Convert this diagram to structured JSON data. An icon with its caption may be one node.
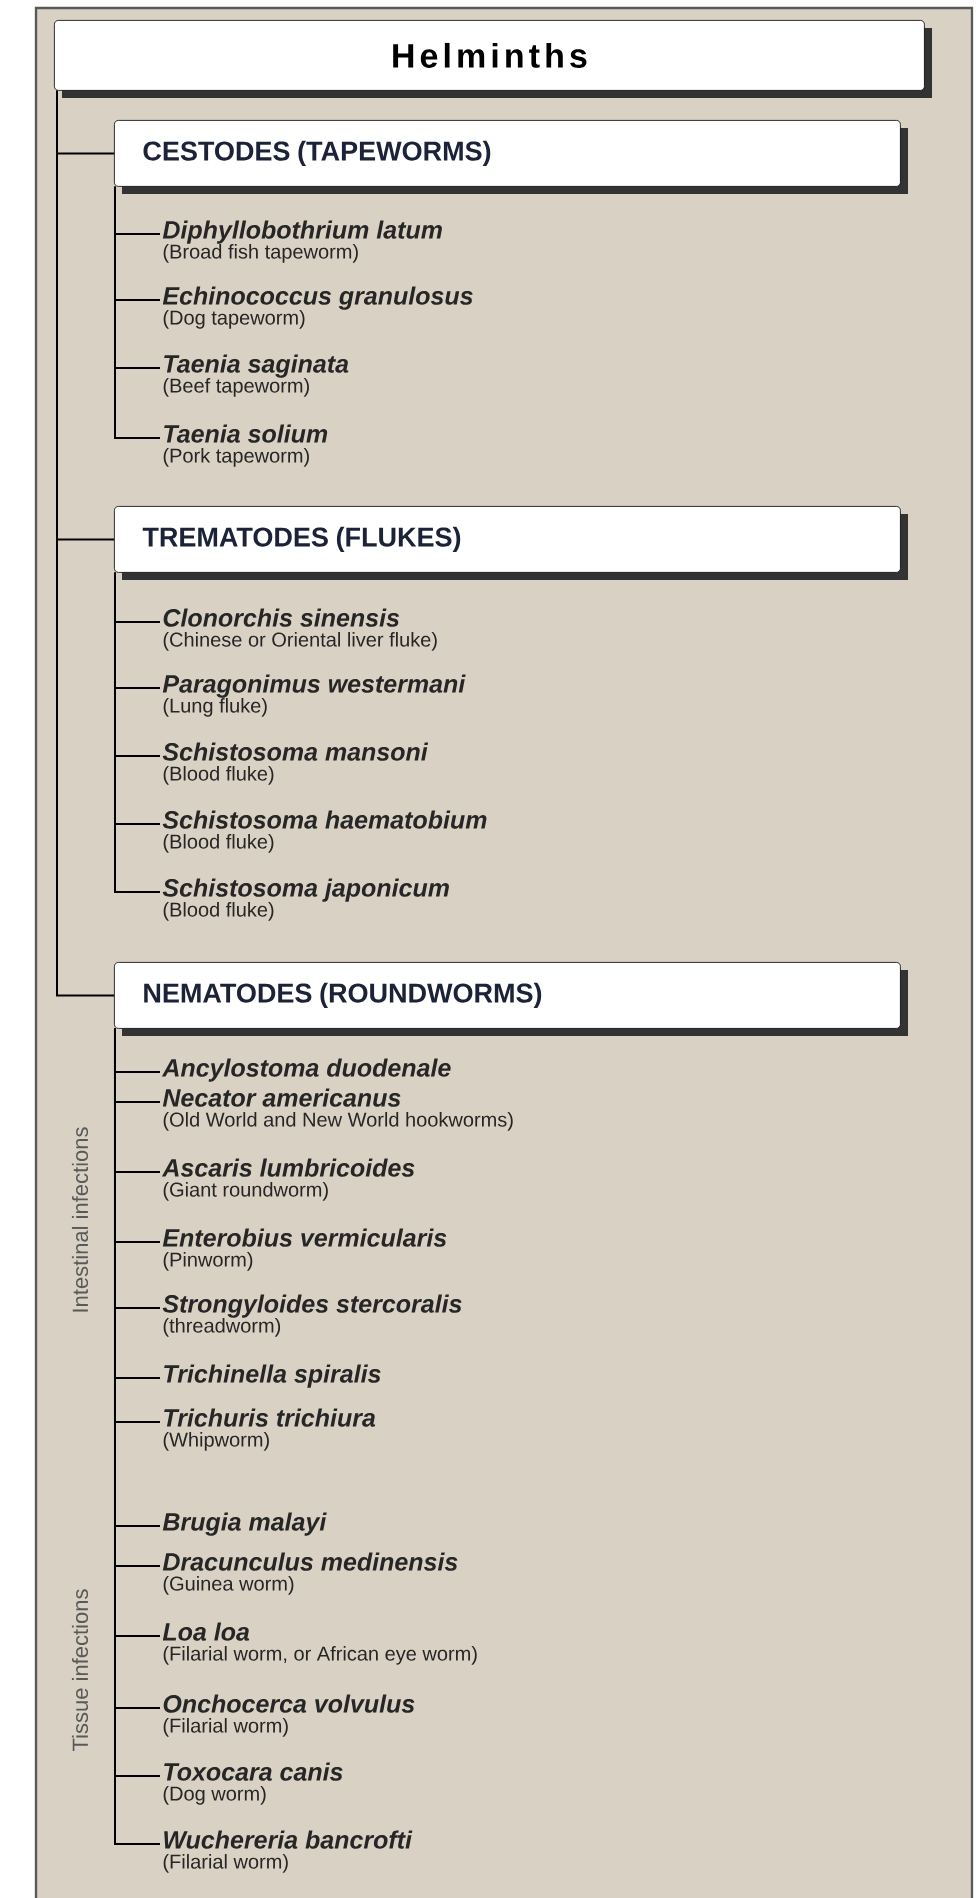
{
  "diagram": {
    "nodes": [
      {
        "text": [
          "Helminths"
        ]
      },
      {
        "text": [
          "CESTODES (TAPEWORMS)"
        ]
      },
      {
        "text": [
          "*Diphyllobothrium latum*",
          "(Broad fish tapeworm)"
        ]
      },
      {
        "text": [
          "*Echinococcus granulosus*",
          "(Dog tapeworm)"
        ]
      },
      {
        "text": [
          "*Taenia saginata*",
          "(Beef tapeworm)"
        ]
      },
      {
        "text": [
          "*Taenia solium*",
          "(Pork tapeworm)"
        ]
      },
      {
        "text": [
          "TREMATODES (FLUKES)"
        ]
      },
      {
        "text": [
          "*Clonorchis sinensis*",
          "(Chinese or Oriental liver fluke)"
        ]
      },
      {
        "text": [
          "*Paragonimus westermani*",
          "(Lung fluke)"
        ]
      },
      {
        "text": [
          "*Schistosoma mansoni*",
          "(Blood fluke)"
        ]
      },
      {
        "text": [
          "*Schistosoma haematobium*",
          "(Blood fluke)"
        ]
      },
      {
        "text": [
          "*Schistosoma japonicum*",
          "(Blood fluke)"
        ]
      },
      {
        "text": [
          "NEMATODES (ROUNDWORMS)"
        ]
      },
      {
        "text": [
          "*Ancylostoma duodenale*"
        ]
      },
      {
        "text": [
          "*Necator americanus*",
          "(Old World and New World hookworms)"
        ]
      },
      {
        "text": [
          "*Ascaris lumbricoides*",
          "(Giant roundworm)"
        ]
      },
      {
        "text": [
          "*Enterobius vermicularis*",
          "(Pinworm)"
        ]
      },
      {
        "text": [
          "*Strongyloides stercoralis*",
          "(threadworm)"
        ]
      },
      {
        "text": [
          "*Trichinella spiralis*"
        ]
      },
      {
        "text": [
          "*Trichuris trichiura*",
          "(Whipworm)"
        ]
      },
      {
        "text": [
          "*Brugia malayi*"
        ]
      },
      {
        "text": [
          "*Dracunculus medinensis*",
          "(Guinea worm)"
        ]
      },
      {
        "text": [
          "*Loa loa*",
          "(Filarial worm, or African eye worm)"
        ]
      },
      {
        "text": [
          "*Onchocerca volvulus*",
          "(Filarial worm)"
        ]
      },
      {
        "text": [
          "*Toxocara canis*",
          "(Dog worm)"
        ]
      },
      {
        "text": [
          "*Wuchereria bancrofti*",
          "(Filarial worm)"
        ]
      }
    ],
    "edges": [
      {
        "from": 0,
        "to": 1,
        "arrow": "none"
      },
      {
        "from": 0,
        "to": 6,
        "arrow": "none"
      },
      {
        "from": 0,
        "to": 12,
        "arrow": "none"
      },
      {
        "from": 1,
        "to": 2,
        "arrow": "none"
      },
      {
        "from": 1,
        "to": 3,
        "arrow": "none"
      },
      {
        "from": 1,
        "to": 4,
        "arrow": "none"
      },
      {
        "from": 1,
        "to": 5,
        "arrow": "none"
      },
      {
        "from": 6,
        "to": 7,
        "arrow": "none"
      },
      {
        "from": 6,
        "to": 8,
        "arrow": "none"
      },
      {
        "from": 6,
        "to": 9,
        "arrow": "none"
      },
      {
        "from": 6,
        "to": 10,
        "arrow": "none"
      },
      {
        "from": 6,
        "to": 11,
        "arrow": "none"
      },
      {
        "from": 12,
        "to": 13,
        "arrow": "none"
      },
      {
        "from": 12,
        "to": 14,
        "arrow": "none"
      },
      {
        "from": 12,
        "to": 15,
        "arrow": "none"
      },
      {
        "from": 12,
        "to": 16,
        "arrow": "none"
      },
      {
        "from": 12,
        "to": 17,
        "arrow": "none"
      },
      {
        "from": 12,
        "to": 18,
        "arrow": "none"
      },
      {
        "from": 12,
        "to": 19,
        "arrow": "none"
      },
      {
        "from": 12,
        "to": 20,
        "arrow": "none"
      },
      {
        "from": 12,
        "to": 21,
        "arrow": "none"
      },
      {
        "from": 12,
        "to": 22,
        "arrow": "none"
      },
      {
        "from": 12,
        "to": 23,
        "arrow": "none"
      },
      {
        "from": 12,
        "to": 24,
        "arrow": "none"
      },
      {
        "from": 12,
        "to": 25,
        "arrow": "none"
      }
    ],
    "labels": [
      "Intestinal infections",
      "Tissue infections"
    ]
  }
}
